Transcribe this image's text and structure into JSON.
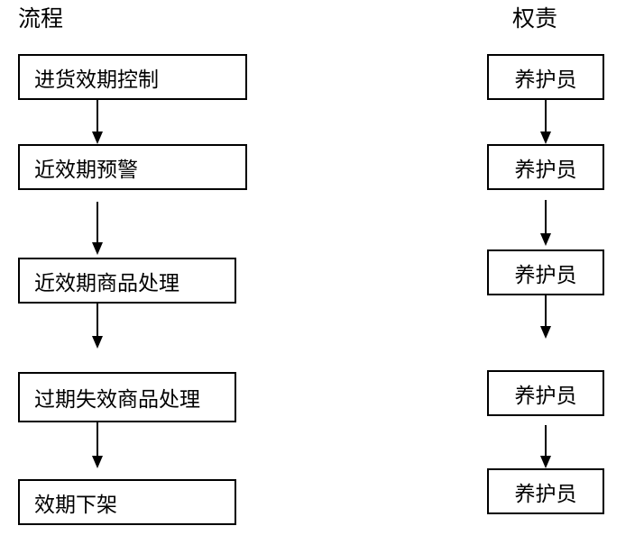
{
  "headers": {
    "flow": "流程",
    "responsibility": "权责"
  },
  "flow_steps": [
    "进货效期控制",
    "近效期预警",
    "近效期商品处理",
    "过期失效商品处理",
    "效期下架"
  ],
  "responsible_roles": [
    "养护员",
    "养护员",
    "养护员",
    "养护员",
    "养护员"
  ],
  "colors": {
    "line": "#000000",
    "background": "#ffffff"
  }
}
